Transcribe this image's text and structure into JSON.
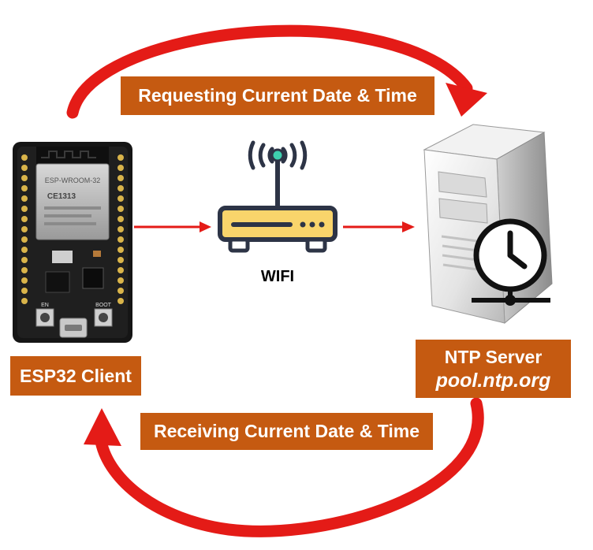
{
  "diagram": {
    "top_arrow_label": "Requesting Current Date & Time",
    "bottom_arrow_label": "Receiving Current Date & Time",
    "router_label": "WIFI",
    "client_label": "ESP32 Client",
    "server_title": "NTP Server",
    "server_host": "pool.ntp.org"
  },
  "board": {
    "module_brand": "ESP-WROOM-32",
    "module_code": "CE1313",
    "button_en": "EN",
    "button_boot": "BOOT"
  },
  "colors": {
    "arrow": "#e41b17",
    "label_bg": "#c55a11",
    "router_body": "#f9d46b",
    "router_outline": "#2d3446"
  },
  "icons": {
    "router": "wifi-router-icon",
    "server": "server-tower-icon",
    "clock": "clock-icon",
    "board": "esp32-board-icon"
  }
}
